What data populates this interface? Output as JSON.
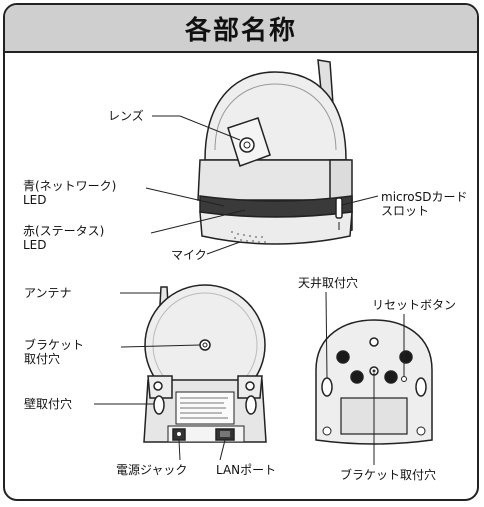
{
  "title": "各部名称",
  "labels": {
    "lens": "レンズ",
    "blue_led_line1": "青(ネットワーク)",
    "blue_led_line2": "LED",
    "red_led_line1": "赤(ステータス)",
    "red_led_line2": "LED",
    "mic": "マイク",
    "sd_line1": "microSDカード",
    "sd_line2": "スロット",
    "antenna": "アンテナ",
    "bracket_line1": "ブラケット",
    "bracket_line2": "取付穴",
    "wall_mount": "壁取付穴",
    "power_jack": "電源ジャック",
    "lan_port": "LANポート",
    "ceiling_mount": "天井取付穴",
    "reset_button": "リセットボタン",
    "bracket_mount_bottom": "ブラケット取付穴"
  },
  "colors": {
    "title_bg": "#cfcfcf",
    "led_band": "#3a3a3a",
    "body_gray": "#e6e6e6"
  }
}
